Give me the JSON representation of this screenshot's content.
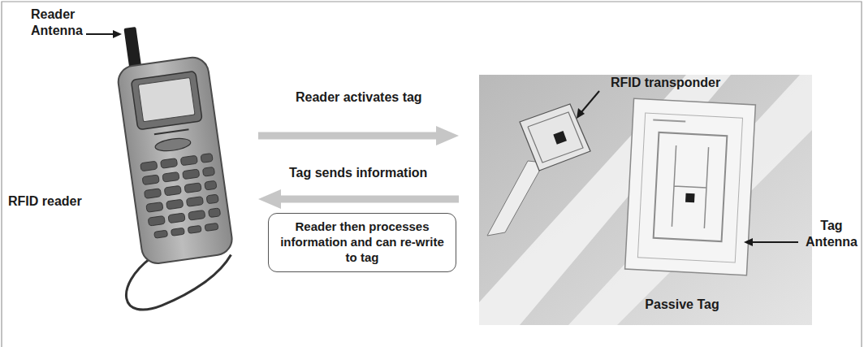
{
  "diagram": {
    "nodes": [
      {
        "text": [
          "RFID reader"
        ]
      },
      {
        "text": [
          "Passive Tag"
        ]
      },
      {
        "text": [
          "Reader then processes information and can re-write to tag"
        ]
      }
    ],
    "edges": [
      {
        "from": 0,
        "to": 1,
        "arrow": "to",
        "label": "Reader activates tag"
      },
      {
        "from": 1,
        "to": 0,
        "arrow": "to",
        "label": "Tag sends information"
      }
    ],
    "labels": [
      "Reader Antenna",
      "RFID transponder",
      "Tag Antenna"
    ]
  }
}
